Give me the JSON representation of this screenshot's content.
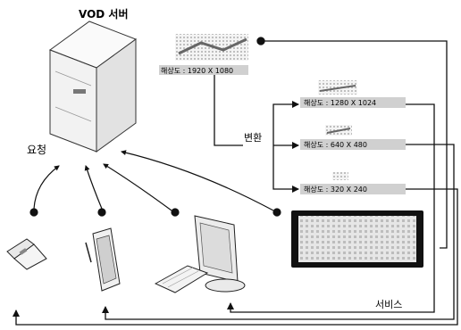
{
  "labels": {
    "server": "VOD 서버",
    "request": "요청",
    "convert": "변환",
    "service": "서비스"
  },
  "resolutions": {
    "source": "해상도 : 1920 X 1080",
    "out1": "해상도 : 1280 X 1024",
    "out2": "해상도 : 640 X 480",
    "out3": "해상도 : 320 X 240"
  },
  "icons": {
    "server": "server-tower-icon",
    "phone": "flip-phone-icon",
    "tablet": "tablet-stylus-icon",
    "desktop": "desktop-monitor-icon",
    "tv": "widescreen-tv-icon"
  }
}
